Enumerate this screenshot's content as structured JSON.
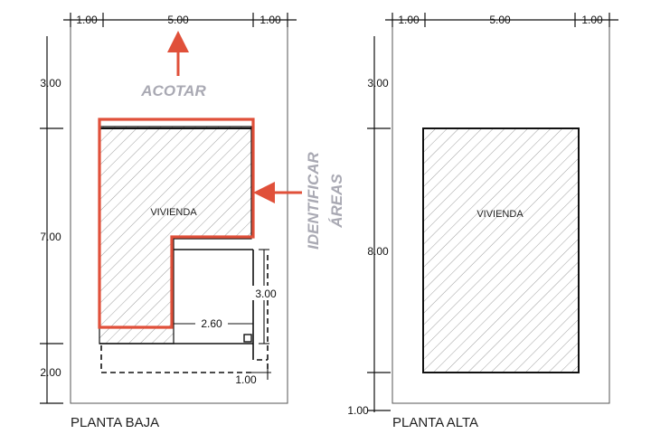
{
  "left_plan": {
    "caption": "PLANTA BAJA",
    "room_label": "VIVIENDA",
    "dims_top": [
      "1.00",
      "5.00",
      "1.00"
    ],
    "dims_left": [
      "3.00",
      "7.00",
      "2.00"
    ],
    "dim_inner_vertical": "3.00",
    "dim_inner_horizontal": "2.60",
    "dim_bottom_right": "1.00"
  },
  "right_plan": {
    "caption": "PLANTA ALTA",
    "room_label": "VIVIENDA",
    "dims_top": [
      "1.00",
      "5.00",
      "1.00"
    ],
    "dims_left": [
      "3.00",
      "8.00",
      "1.00"
    ]
  },
  "annotations": {
    "acotar": "ACOTAR",
    "identificar_line1": "IDENTIFICAR",
    "identificar_line2": "ÁREAS"
  },
  "colors": {
    "highlight_red": "#e0503a",
    "annotation_gray": "#a9a9b3",
    "line_black": "#111111",
    "hatch_gray": "#9a9a9a"
  }
}
